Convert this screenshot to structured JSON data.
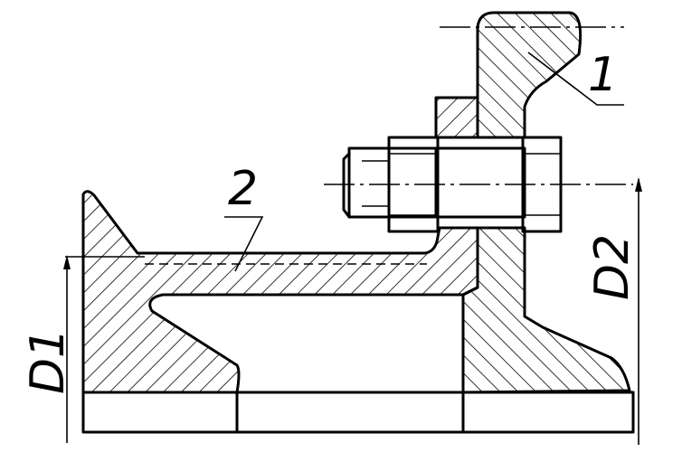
{
  "labels": {
    "part_1": "1",
    "part_2": "2",
    "dim_d1": "D1",
    "dim_d2": "D2"
  },
  "colors": {
    "ink": "#000000",
    "paper": "#ffffff"
  }
}
